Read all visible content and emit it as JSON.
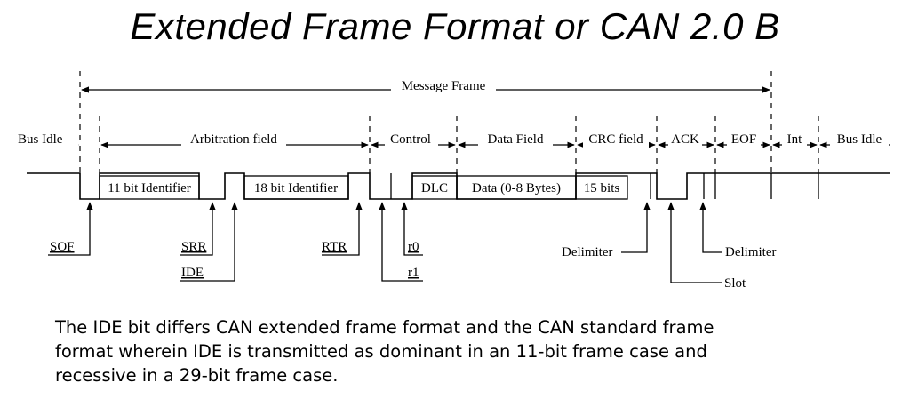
{
  "title": "Extended Frame Format or CAN 2.0 B",
  "diagram": {
    "message_frame": "Message Frame",
    "sections": {
      "bus_idle_left": "Bus Idle",
      "arbitration": "Arbitration field",
      "control": "Control",
      "data": "Data Field",
      "crc": "CRC field",
      "ack": "ACK",
      "eof": "EOF",
      "int": "Int",
      "bus_idle_right": "Bus Idle"
    },
    "bits": {
      "id11": "11 bit Identifier",
      "id18": "18 bit Identifier",
      "dlc": "DLC",
      "data": "Data (0-8 Bytes)",
      "crc": "15 bits"
    },
    "pointers": {
      "sof": "SOF",
      "srr": "SRR",
      "ide": "IDE",
      "rtr": "RTR",
      "r0": "r0",
      "r1": "r1",
      "crc_delimiter": "Delimiter",
      "ack_delimiter": "Delimiter",
      "slot": "Slot"
    }
  },
  "caption": {
    "line1": "The IDE bit differs CAN extended frame format and the CAN standard frame",
    "line2": "format wherein IDE is transmitted as dominant in an 11-bit frame case and",
    "line3": "recessive in a 29-bit frame case."
  }
}
